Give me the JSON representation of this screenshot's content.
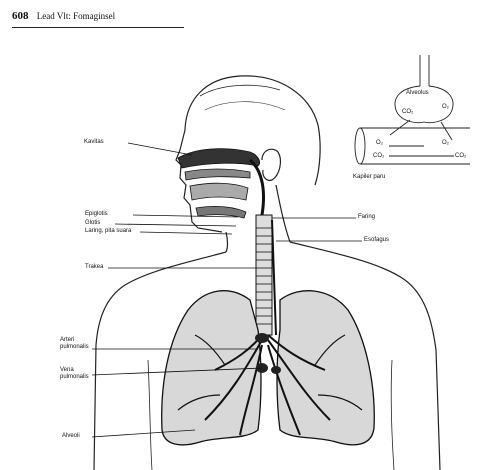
{
  "header": {
    "page_number": "608",
    "running_title": "Lead Vlt: Fomaginsel"
  },
  "labels_left": {
    "cavitas": "Kavitas",
    "epiglotis": "Epiglotis",
    "glotis": "Glotis",
    "laring_pita_suara": "Laring, pita suara",
    "trakea": "Trakea",
    "arteri_pulmonalis_1": "Arteri",
    "arteri_pulmonalis_2": "pulmonalis",
    "vena_pulmonalis_1": "Vena",
    "vena_pulmonalis_2": "pulmonalis",
    "alveoli": "Alveoli"
  },
  "labels_right": {
    "faring": "Faring",
    "esofagus": "Esofagus"
  },
  "inset": {
    "alveolus": "Alveolus",
    "co2_top": "CO₂",
    "o2_top": "O₂",
    "o2_left": "O₂",
    "co2_left": "CO₂",
    "o2_right": "O₂",
    "co2_right": "CO₂",
    "kapiler": "Kapiler paru"
  }
}
